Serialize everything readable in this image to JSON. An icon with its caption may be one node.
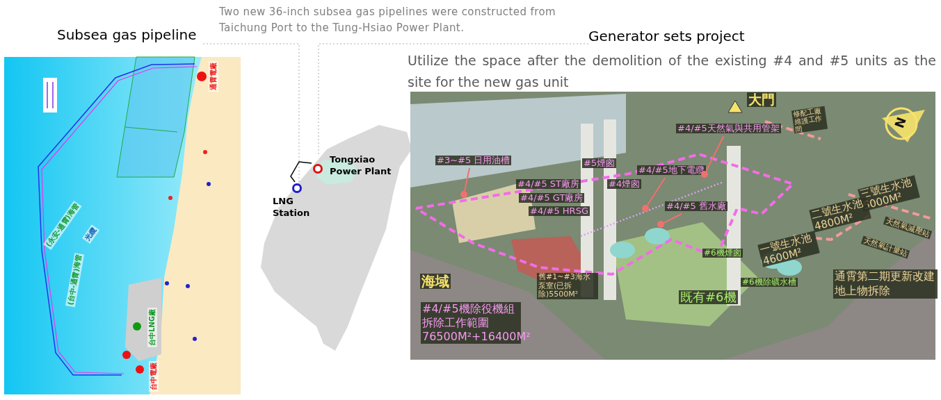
{
  "diagram": {
    "nodes": [
      {
        "text": [
          "Subsea gas pipeline"
        ]
      },
      {
        "text": [
          "Generator sets project"
        ]
      },
      {
        "text": [
          "LNG Station"
        ]
      },
      {
        "text": [
          "Tongxiao Power Plant"
        ]
      },
      {
        "text": [
          "#3~#5 日用油槽"
        ]
      },
      {
        "text": [
          "#4/#5天然氣與共用管架"
        ]
      },
      {
        "text": [
          "#4/#5地下電纜"
        ]
      },
      {
        "text": [
          "#4/#5 舊水廠"
        ]
      },
      {
        "text": [],
        "shape": "circle"
      },
      {
        "text": [],
        "shape": "circle"
      },
      {
        "text": [],
        "shape": "circle"
      },
      {
        "text": [],
        "shape": "circle"
      }
    ],
    "edges": [
      {
        "from": 0,
        "to": 2,
        "arrow": "none",
        "style": "dashed",
        "color": "#c8c8c8"
      },
      {
        "from": 1,
        "to": 3,
        "arrow": "none",
        "style": "dashed",
        "color": "#c8c8c8"
      },
      {
        "from": 3,
        "to": 2,
        "arrow": "none",
        "color": "#000000"
      },
      {
        "from": 4,
        "to": 8,
        "arrow": "none"
      },
      {
        "from": 5,
        "to": 9,
        "arrow": "none"
      },
      {
        "from": 6,
        "to": 10,
        "arrow": "none"
      },
      {
        "from": 7,
        "to": 11,
        "arrow": "none"
      }
    ],
    "labels": [
      "Two new 36-inch subsea gas pipelines were constructed from Taichung Port to the Tung-Hsiao Power Plant.",
      "Utilize the space after the demolition of the existing #4 and #5 units as the site for the new gas unit",
      "通霄電廠",
      "(永安-通霄)海管",
      "光纜",
      "(台中-通霄)海管",
      "台中LNG廠",
      "台中電廠",
      "大門",
      "修配工廠維護工作間",
      "N",
      "#5煙囪",
      "#4/#5 ST廠房",
      "#4煙囪",
      "#4/#5 GT廠房",
      "#4/#5 HRSG",
      "三號生水池5000M²",
      "二號生水池4800M²",
      "天然氣減壓站",
      "一號生水池4600M²",
      "天然氣計量站",
      "#6機煙囪",
      "海域",
      "舊#1~#3海水泵室(已拆除)5500M²",
      "#6機除礦水槽",
      "通霄第二期更新改建地上物拆除",
      "既有#6機",
      "#4/#5機除役機組拆除工作範圍76500M²+16400M²"
    ]
  }
}
